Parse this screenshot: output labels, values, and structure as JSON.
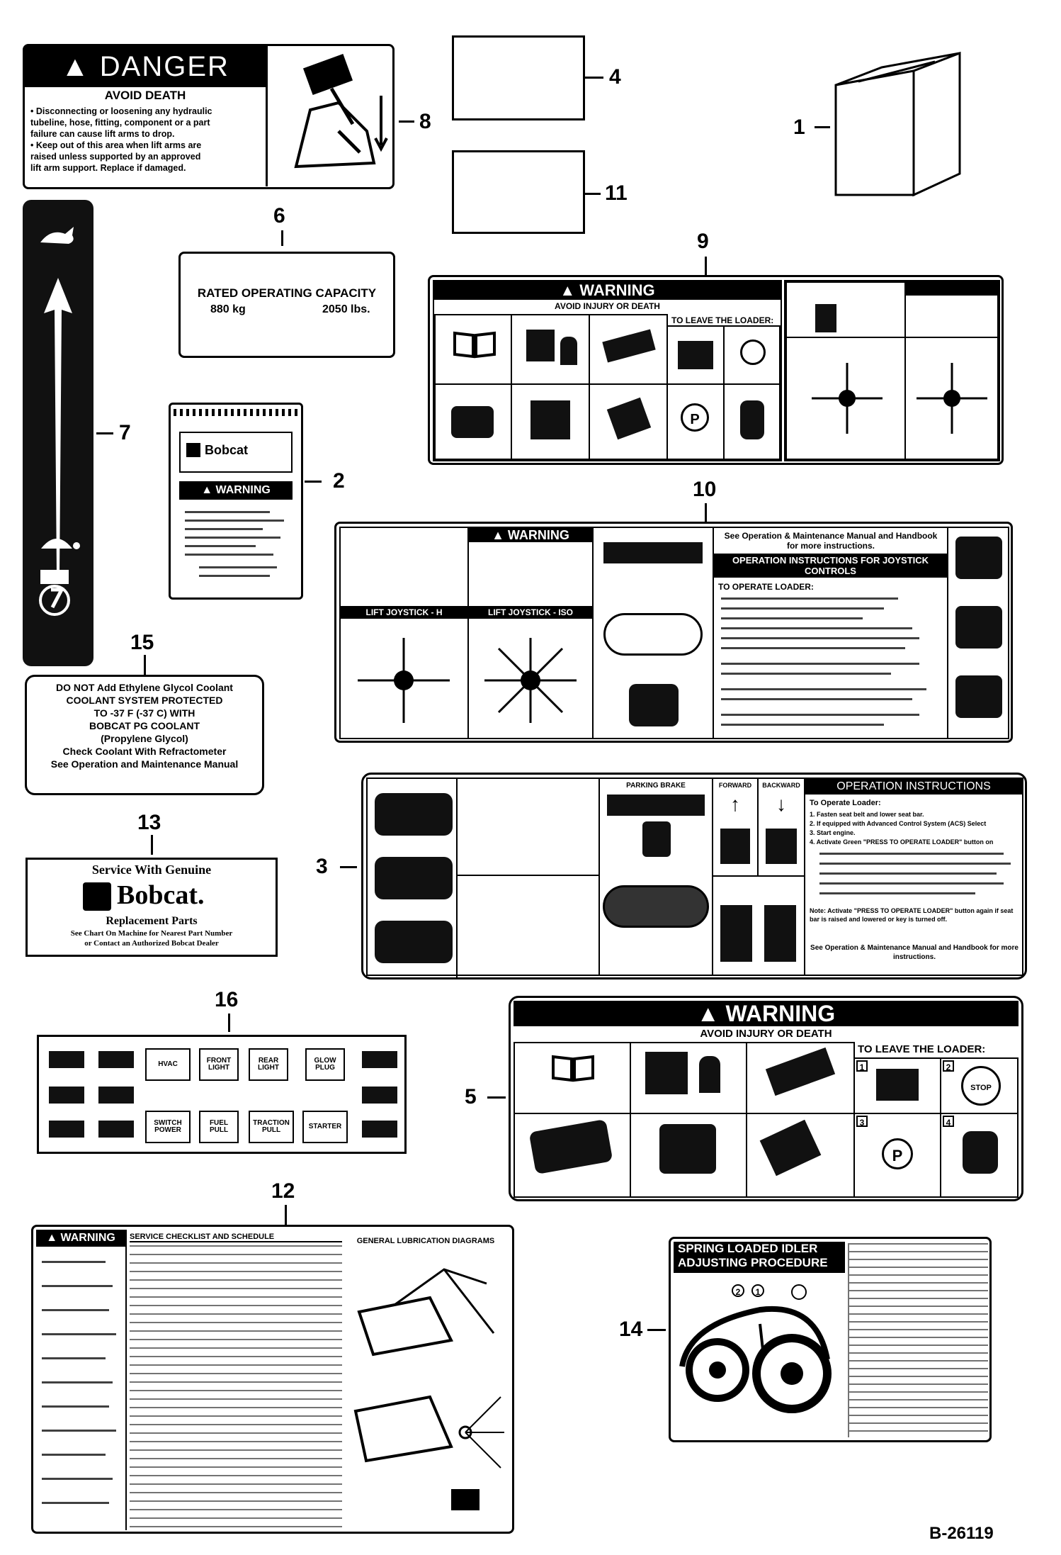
{
  "callouts": {
    "c1": "1",
    "c2": "2",
    "c3": "3",
    "c4": "4",
    "c5": "5",
    "c6": "6",
    "c7": "7",
    "c8": "8",
    "c9": "9",
    "c10": "10",
    "c11": "11",
    "c12": "12",
    "c13": "13",
    "c14": "14",
    "c15": "15",
    "c16": "16"
  },
  "decal8": {
    "heading": "DANGER",
    "subheading": "AVOID DEATH",
    "lines": [
      "• Disconnecting or loosening any hydraulic",
      "tubeline, hose, fitting, component or a part",
      "failure can cause lift arms to drop.",
      "• Keep out of this area when lift arms are",
      "raised unless supported by an approved",
      "lift arm support. Replace if damaged."
    ]
  },
  "decal6": {
    "title": "RATED OPERATING CAPACITY",
    "value_metric": "880 kg",
    "value_imperial": "2050 lbs."
  },
  "decal2": {
    "brand": "Bobcat",
    "warning": "WARNING"
  },
  "decal9": {
    "warning": "WARNING",
    "subheading": "AVOID INJURY OR DEATH",
    "leave_loader": "TO LEAVE THE LOADER:"
  },
  "decal10": {
    "warning": "WARNING",
    "lift_h": "LIFT JOYSTICK - H",
    "lift_iso": "LIFT JOYSTICK - ISO",
    "manual_text": "See Operation & Maintenance Manual and Handbook for more instructions.",
    "op_title": "OPERATION INSTRUCTIONS FOR JOYSTICK CONTROLS",
    "steps_title": "TO OPERATE LOADER:"
  },
  "decal15": {
    "lines": [
      "DO NOT Add Ethylene Glycol Coolant",
      "COOLANT SYSTEM PROTECTED",
      "TO -37 F (-37 C) WITH",
      "BOBCAT PG COOLANT",
      "(Propylene Glycol)",
      "Check Coolant With Refractometer",
      "See Operation and Maintenance Manual"
    ]
  },
  "decal13": {
    "line1": "Service With Genuine",
    "brand": "Bobcat.",
    "line3": "Replacement Parts",
    "line4": "See Chart On Machine for Nearest Part Number",
    "line5": "or Contact an Authorized Bobcat Dealer"
  },
  "decal3": {
    "parking_brake": "PARKING BRAKE",
    "forward": "FORWARD",
    "backward": "BACKWARD",
    "op_title": "OPERATION INSTRUCTIONS",
    "steps_title": "To Operate Loader:",
    "steps": [
      "1. Fasten seat belt and lower seat bar.",
      "2. If equipped with Advanced Control System (ACS) Select",
      "3. Start engine.",
      "4. Activate Green \"PRESS TO OPERATE LOADER\" button on"
    ],
    "note": "Note: Activate \"PRESS TO OPERATE LOADER\" button again if seat bar is raised and lowered or key is turned off.",
    "manual_text": "See Operation & Maintenance Manual and Handbook for more instructions."
  },
  "decal5": {
    "warning": "WARNING",
    "subheading": "AVOID INJURY OR DEATH",
    "leave_loader": "TO LEAVE THE LOADER:",
    "stop": "STOP",
    "steps": [
      "1",
      "2",
      "3",
      "4"
    ]
  },
  "decal16": {
    "switches_top": [
      "HVAC",
      "FRONT LIGHT",
      "REAR LIGHT",
      "GLOW PLUG"
    ],
    "switches_bottom": [
      "SWITCH POWER",
      "FUEL PULL",
      "TRACTION PULL",
      "STARTER"
    ]
  },
  "decal12": {
    "warning": "WARNING",
    "service_title": "SERVICE CHECKLIST AND SCHEDULE",
    "lube_title": "GENERAL LUBRICATION DIAGRAMS"
  },
  "decal14": {
    "title_line1": "SPRING LOADED IDLER",
    "title_line2": "ADJUSTING PROCEDURE",
    "mark1": "1",
    "mark2": "2"
  },
  "drawing_id": "B-26119"
}
